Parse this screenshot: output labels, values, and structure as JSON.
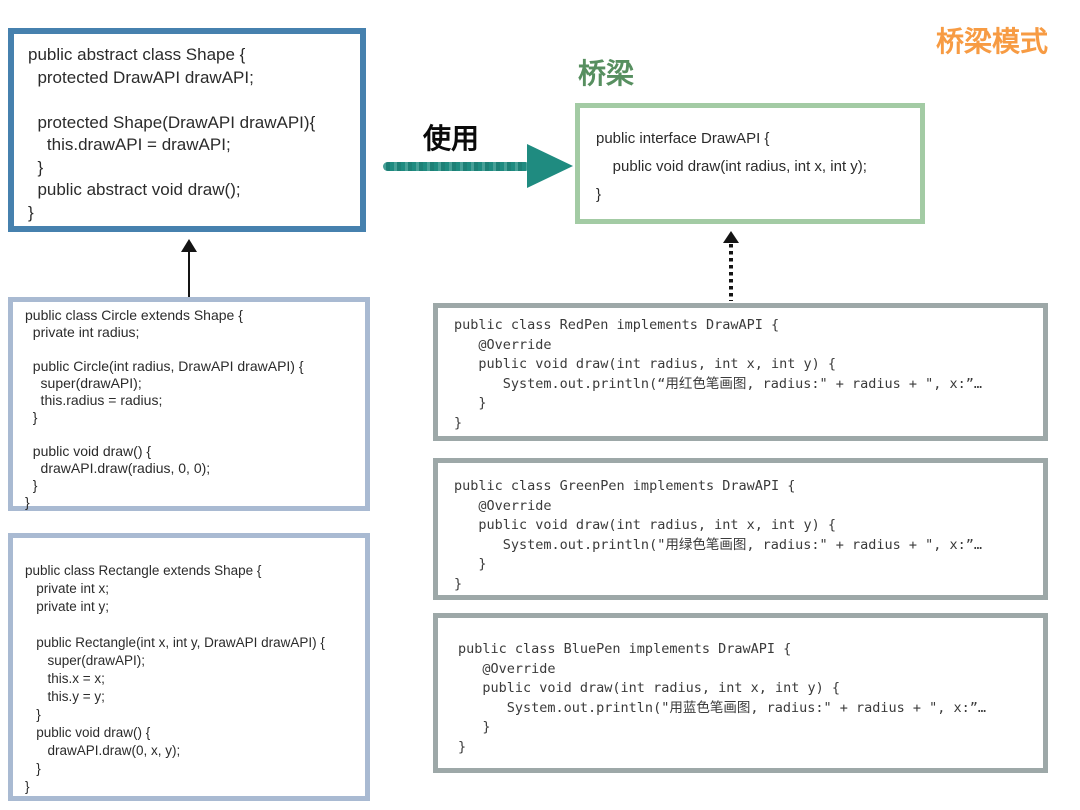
{
  "title": {
    "pattern": "桥梁模式",
    "bridge": "桥梁",
    "use": "使用"
  },
  "colors": {
    "pattern_title_orange": "#f79b43",
    "bridge_label_green": "#578f60",
    "use_arrow_teal": "#1f8b80",
    "shape_border_blue": "#4681ae",
    "subclass_border_light_blue": "#a9bad2",
    "drawapi_border_green": "#a3cba4",
    "pen_border_gray": "#9da8a8",
    "arrow_black": "#141414"
  },
  "boxes": {
    "shape": {
      "code": "public abstract class Shape {\n  protected DrawAPI drawAPI;\n\n  protected Shape(DrawAPI drawAPI){\n    this.drawAPI = drawAPI;\n  }\n  public abstract void draw();\n}"
    },
    "circle": {
      "code": "public class Circle extends Shape {\n  private int radius;\n\n  public Circle(int radius, DrawAPI drawAPI) {\n    super(drawAPI);\n    this.radius = radius;\n  }\n\n  public void draw() {\n    drawAPI.draw(radius, 0, 0);\n  }\n}"
    },
    "rectangle": {
      "code": "public class Rectangle extends Shape {\n   private int x;\n   private int y;\n\n   public Rectangle(int x, int y, DrawAPI drawAPI) {\n      super(drawAPI);\n      this.x = x;\n      this.y = y;\n   }\n   public void draw() {\n      drawAPI.draw(0, x, y);\n   }\n}"
    },
    "drawapi": {
      "code": "public interface DrawAPI {\n    public void draw(int radius, int x, int y);\n}"
    },
    "redpen": {
      "code": "public class RedPen implements DrawAPI {\n   @Override\n   public void draw(int radius, int x, int y) {\n      System.out.println(“用红色笔画图, radius:\" + radius + \", x:”…\n   }\n}"
    },
    "greenpen": {
      "code": "public class GreenPen implements DrawAPI {\n   @Override\n   public void draw(int radius, int x, int y) {\n      System.out.println(\"用绿色笔画图, radius:\" + radius + \", x:”…\n   }\n}"
    },
    "bluepen": {
      "code": "public class BluePen implements DrawAPI {\n   @Override\n   public void draw(int radius, int x, int y) {\n      System.out.println(\"用蓝色笔画图, radius:\" + radius + \", x:”…\n   }\n}"
    }
  }
}
